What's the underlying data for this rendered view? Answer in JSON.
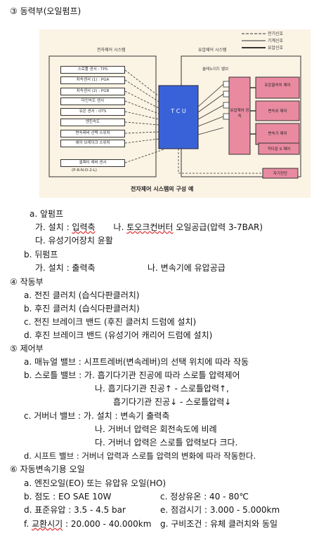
{
  "s3_heading": "③ 동력부(오일펌프)",
  "figure": {
    "legend": [
      "전기신호",
      "기계신호",
      "유압신호"
    ],
    "group_left": "전자제어 시스템",
    "group_right": "유압제어 시스템",
    "tcu": "T C U",
    "solenoid": "솔레노이드 밸브",
    "sensors": [
      "스로틀 센서 : TPS",
      "차속센서 (1) : PGA",
      "차속센서 (2) : PGB",
      "타인속도 센서",
      "유온 센서 : OTS",
      "엔진속도",
      "변속레버 선택 스위치",
      "에어 브레이크 스위치"
    ],
    "select_sensor": "셀렉터 레버 센서",
    "prndl": "(P-R-N-D-2-L)",
    "hyd_unit": "유압제어 장치",
    "outputs": [
      "유온클러치 제어",
      "변속쉬 제어",
      "변속기 제어"
    ],
    "kickdown": "킥다운 S 제어",
    "self_diag": "자기진단",
    "caption": "전자제어 시스템의 구성 예"
  },
  "pumps": {
    "a_title": "a. 앞펌프",
    "a_1_pre": "가. 설치 : ",
    "a_1_ul": "입력축",
    "a_1_mid": "나. ",
    "a_1_ul2": "토오크컨버터",
    "a_1_post": " 오일공급(압력 3-7BAR)",
    "a_2": "다. 유성기어장치 윤활",
    "b_title": "b. 뒤펌프",
    "b_1": "가. 설치 : 출력축",
    "b_2": "나. 변속기에 유압공급"
  },
  "s4": {
    "heading": "④ 작동부",
    "items": [
      "a. 전진 클러치 (습식다판클러치)",
      "b. 후진 클러치 (습식다판클러치)",
      "c. 전진 브레이크 밴드 (후진 클러치 드럼에 설치)",
      "d. 후진 브레이크 밴드 (유성기어 캐리어 드럼에 설치)"
    ]
  },
  "s5": {
    "heading": "⑤ 제어부",
    "a": "a. 매뉴얼 밸브 : 시프트레버(변속레버)의 선택 위치에 따라 작동",
    "b1": "b. 스로틀 밸브 : 가. 흡기다기관 진공에 따라 스로틀 압력제어",
    "b2": "나. 흡기다기관 진공↑ - 스로틀압력↑,",
    "b3": "흡기다기관 진공↓ - 스로틀압력↓",
    "c1": "c. 거버너 밸브 : 가. 설치 : 변속기 출력축",
    "c2": "나. 거버너 압력은 회전속도에 비례",
    "c3": "다. 거버너 압력은 스로틀 압력보다 크다.",
    "d": "d. 시프트 밸브 : 거버너 압력과 스로틀 압력의 변화에 따라 작동한다."
  },
  "s6": {
    "heading": "⑥ 자동변속기용 오일",
    "a": "a. 엔진오일(EO) 또는 유압유 오일(HO)",
    "b": "b. 점도 : EO SAE 10W",
    "c": "c. 정상유온 : 40 - 80℃",
    "d": "d. 표준유압 : 3.5 - 4.5 bar",
    "e": "e. 점검시기 : 3.000 - 5.000km",
    "f_pre": "f. ",
    "f_ul": "교환시기",
    "f_post": " : 20.000 - 40.000km",
    "g": "g. 구비조건 : 유체 클러치와 동일"
  }
}
